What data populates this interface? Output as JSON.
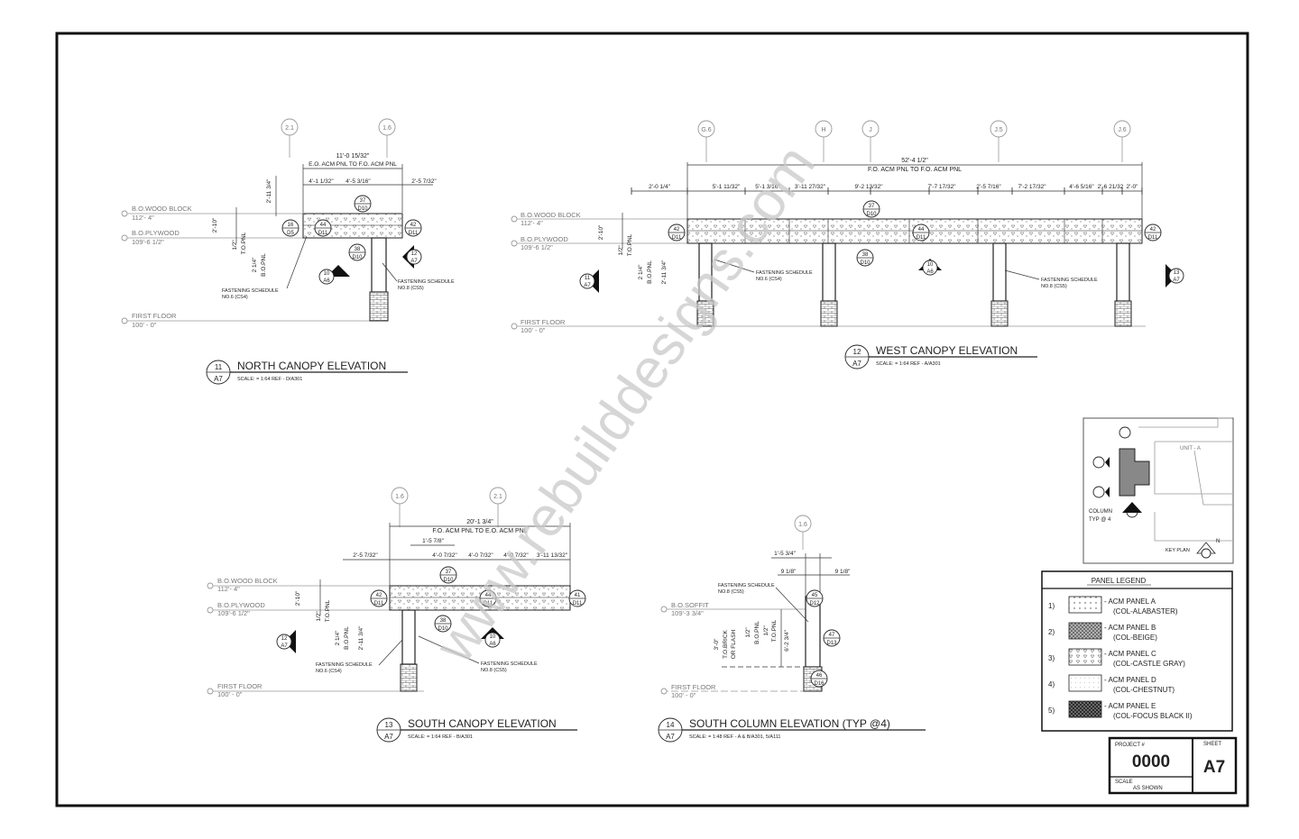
{
  "watermark": "www.rebuilddesigns.com",
  "grid_labels": {
    "north": [
      "2.1",
      "1.6"
    ],
    "west": [
      "G.6",
      "H",
      "J",
      "J.5",
      "J.6"
    ],
    "south": [
      "1.6",
      "2.1"
    ],
    "column": [
      "1.6"
    ]
  },
  "levels": {
    "bo_wood_block": "B.O.WOOD BLOCK",
    "bo_wood_block_elev": "112'- 4\"",
    "bo_plywood": "B.O.PLYWOOD",
    "bo_plywood_elev": "109'-6 1/2\"",
    "first_floor": "FIRST FLOOR",
    "first_floor_elev": "100' - 0\"",
    "bo_soffit": "B.O.SOFFIT",
    "bo_soffit_elev": "109'-3 3/4\""
  },
  "north": {
    "title": "NORTH CANOPY ELEVATION",
    "num": "11",
    "sheet": "A7",
    "scale": "SCALE: =    1:64    REF - D/A301",
    "dim_overall": "11'-0 15/32\"",
    "dim_overall_note": "E.O. ACM PNL TO F.O. ACM PNL",
    "dims": [
      "4'-1 1/32\"",
      "4'-5 3/16\"",
      "2'-5 7/32\"",
      "2'-11 3/4\"",
      "2'-10\"",
      "1/2\"",
      "T.O.PNL",
      "2 1/4\"",
      "B.O.PNL"
    ],
    "note_fast_1": "FASTENING SCHEDULE",
    "note_fast_1b": "NO.6 (CS4)",
    "note_fast_2": "FASTENING SCHEDULE",
    "note_fast_2b": "NO.8 (CS5)"
  },
  "west": {
    "title": "WEST CANOPY ELEVATION",
    "num": "12",
    "sheet": "A7",
    "scale": "SCALE: =    1:64    REF - A/A301",
    "dim_overall": "52'-4 1/2\"",
    "dim_overall_note": "F.O. ACM PNL TO F.O. ACM PNL",
    "dims": [
      "2'-0 1/4\"",
      "5'-1 11/32\"",
      "5'-1 3/16\"",
      "3'-11 27/32\"",
      "9'-2 13/32\"",
      "7'-7 17/32\"",
      "2'-5 7/16\"",
      "7'-2 17/32\"",
      "4'-6 5/16\"",
      "2'-6 21/32",
      "2'-0\""
    ],
    "vdims": [
      "2'-10\"",
      "1/2\"",
      "T.O.PNL",
      "2 1/4\"",
      "B.O.PNL",
      "2'-11 3/4\""
    ],
    "note_fast_1": "FASTENING SCHEDULE",
    "note_fast_1b": "NO.6 (CS4)",
    "note_fast_2": "FASTENING SCHEDULE",
    "note_fast_2b": "NO.8 (CS5)"
  },
  "south": {
    "title": "SOUTH CANOPY ELEVATION",
    "num": "13",
    "sheet": "A7",
    "scale": "SCALE: =    1:64    REF - B/A301",
    "dim_overall": "20'-1 3/4\"",
    "dim_overall_note": "F.O. ACM PNL TO E.O. ACM PNL",
    "dims": [
      "1'-5 7/8\"",
      "2'-5 7/32\"",
      "4'-0 7/32\"",
      "4'-0 7/32\"",
      "4'-0 7/32\"",
      "3'-11 13/32\""
    ],
    "vdims": [
      "2'-10\"",
      "1/2\"",
      "T.O.PNL",
      "2 1/4\"",
      "B.O.PNL",
      "2'-11 3/4\""
    ],
    "note_fast_1": "FASTENING SCHEDULE",
    "note_fast_1b": "NO.6 (CS4)",
    "note_fast_2": "FASTENING SCHEDULE",
    "note_fast_2b": "NO.8 (CS5)"
  },
  "column": {
    "title": "SOUTH COLUMN ELEVATION  (TYP @4)",
    "num": "14",
    "sheet": "A7",
    "scale": "SCALE: =    1:48    REF - A & B/A301, 5/A111",
    "dims": [
      "1'-5 3/4\"",
      "9 1/8\"",
      "9 1/8\""
    ],
    "vdims": [
      "3'-0\"",
      "T.O.BRICK",
      "OR FLASH",
      "1/2\"",
      "B.O.PNL",
      "1/2\"",
      "T.O.PNL",
      "6'-2 3/4\""
    ],
    "note_fast": "FASTENING SCHEDULE",
    "note_fast_b": "NO.8 (CS5)"
  },
  "callouts": {
    "c37": "37",
    "d10": "D10",
    "c38": "38",
    "c44": "44",
    "d11": "D11",
    "c42": "42",
    "c41": "41",
    "c16": "16",
    "d5": "D5",
    "c10": "10",
    "a6": "A6",
    "c11": "11",
    "c12": "12",
    "c13": "13",
    "a7": "A7",
    "c45": "45",
    "d12": "D12",
    "c47": "47",
    "c46": "46",
    "d16": "D16",
    "d13": "D13"
  },
  "keyplan": {
    "unit_label": "UNIT - A",
    "column_label": "COLUMN",
    "column_typ": "TYP @ 4",
    "key_plan": "KEY PLAN",
    "north": "N"
  },
  "legend": {
    "title": "PANEL LEGEND",
    "items": [
      {
        "num": "1)",
        "name": "- ACM PANEL A",
        "color": "(COL-ALABASTER)"
      },
      {
        "num": "2)",
        "name": "- ACM PANEL B",
        "color": "(COL-BEIGE)"
      },
      {
        "num": "3)",
        "name": "- ACM PANEL C",
        "color": "(COL-CASTLE GRAY)"
      },
      {
        "num": "4)",
        "name": "- ACM PANEL D",
        "color": "(COL-CHESTNUT)"
      },
      {
        "num": "5)",
        "name": "- ACM PANEL E",
        "color": "(COL-FOCUS BLACK II)"
      }
    ]
  },
  "titleblock": {
    "project_label": "PROJECT #",
    "project": "0000",
    "sheet_label": "SHEET",
    "sheet": "A7",
    "scale_label": "SCALE",
    "scale": "AS SHOWN"
  }
}
